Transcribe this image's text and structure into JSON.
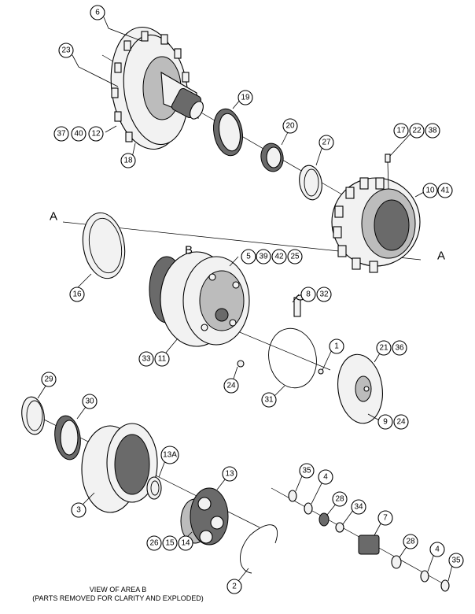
{
  "callouts": [
    {
      "id": "c6",
      "label": "6"
    },
    {
      "id": "c23",
      "label": "23"
    },
    {
      "id": "c37",
      "label": "37"
    },
    {
      "id": "c40",
      "label": "40"
    },
    {
      "id": "c12",
      "label": "12"
    },
    {
      "id": "c18",
      "label": "18"
    },
    {
      "id": "c19",
      "label": "19"
    },
    {
      "id": "c20",
      "label": "20"
    },
    {
      "id": "c27",
      "label": "27"
    },
    {
      "id": "c17",
      "label": "17"
    },
    {
      "id": "c22",
      "label": "22"
    },
    {
      "id": "c38",
      "label": "38"
    },
    {
      "id": "c10",
      "label": "10"
    },
    {
      "id": "c41",
      "label": "41"
    },
    {
      "id": "c5",
      "label": "5"
    },
    {
      "id": "c39",
      "label": "39"
    },
    {
      "id": "c42",
      "label": "42"
    },
    {
      "id": "c25",
      "label": "25"
    },
    {
      "id": "c16",
      "label": "16"
    },
    {
      "id": "c8",
      "label": "8"
    },
    {
      "id": "c32",
      "label": "32"
    },
    {
      "id": "c1",
      "label": "1"
    },
    {
      "id": "c21",
      "label": "21"
    },
    {
      "id": "c36",
      "label": "36"
    },
    {
      "id": "c33",
      "label": "33"
    },
    {
      "id": "c11",
      "label": "11"
    },
    {
      "id": "c24a",
      "label": "24"
    },
    {
      "id": "c31",
      "label": "31"
    },
    {
      "id": "c9",
      "label": "9"
    },
    {
      "id": "c24b",
      "label": "24"
    },
    {
      "id": "c29",
      "label": "29"
    },
    {
      "id": "c30",
      "label": "30"
    },
    {
      "id": "c13a",
      "label": "13A"
    },
    {
      "id": "c3",
      "label": "3"
    },
    {
      "id": "c13",
      "label": "13"
    },
    {
      "id": "c35a",
      "label": "35"
    },
    {
      "id": "c4a",
      "label": "4"
    },
    {
      "id": "c28a",
      "label": "28"
    },
    {
      "id": "c34",
      "label": "34"
    },
    {
      "id": "c7",
      "label": "7"
    },
    {
      "id": "c26",
      "label": "26"
    },
    {
      "id": "c15",
      "label": "15"
    },
    {
      "id": "c14",
      "label": "14"
    },
    {
      "id": "c28b",
      "label": "28"
    },
    {
      "id": "c4b",
      "label": "4"
    },
    {
      "id": "c35b",
      "label": "35"
    },
    {
      "id": "c2",
      "label": "2"
    }
  ],
  "section_letters": {
    "a_left": "A",
    "a_right": "A",
    "b": "B"
  },
  "caption": {
    "line1": "VIEW OF AREA B",
    "line2": "(PARTS REMOVED FOR CLARITY AND EXPLODED)"
  }
}
